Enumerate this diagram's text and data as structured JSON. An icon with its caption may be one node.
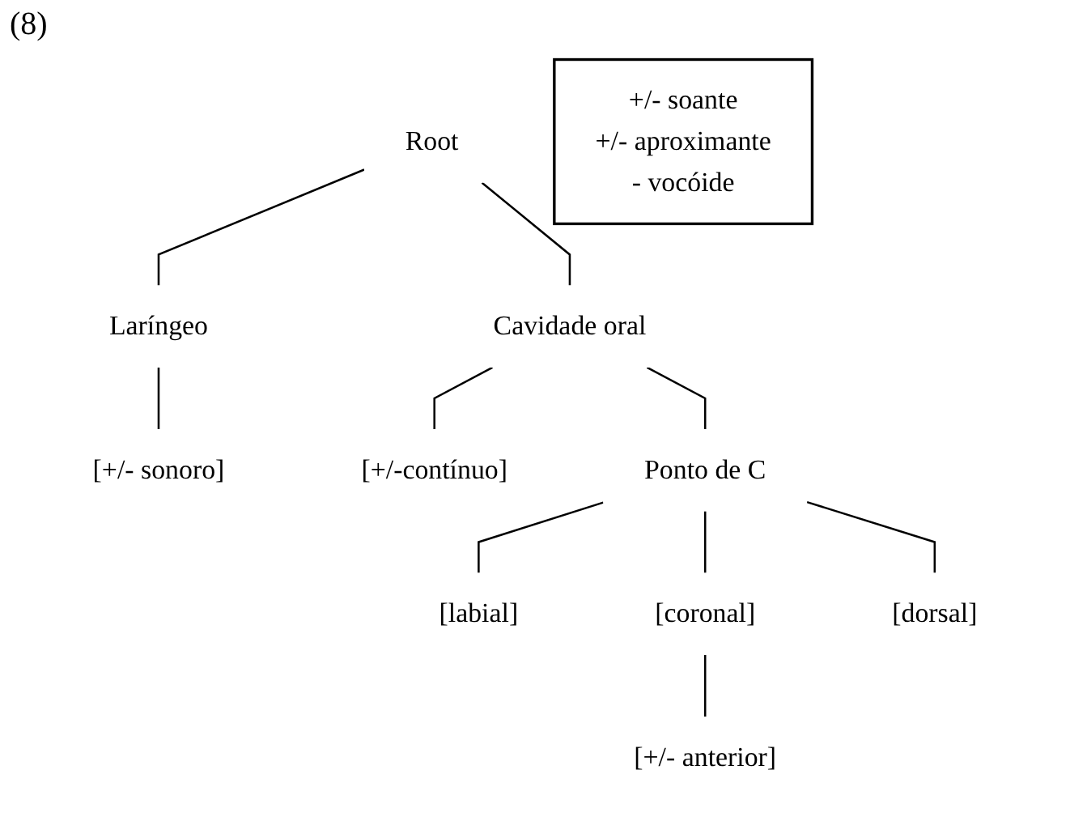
{
  "diagram": {
    "nodes": [
      {
        "text": [
          "Root"
        ]
      },
      {
        "text": [
          "+/- soante",
          "+/- aproximante",
          "- vocóide"
        ]
      },
      {
        "text": [
          "Laríngeo"
        ]
      },
      {
        "text": [
          "[+/- sonoro]"
        ]
      },
      {
        "text": [
          "Cavidade oral"
        ]
      },
      {
        "text": [
          "[+/-contínuo]"
        ]
      },
      {
        "text": [
          "Ponto de C"
        ]
      },
      {
        "text": [
          "[labial]"
        ]
      },
      {
        "text": [
          "[coronal]"
        ]
      },
      {
        "text": [
          "[dorsal]"
        ]
      },
      {
        "text": [
          "[+/- anterior]"
        ]
      }
    ],
    "edges": [
      {
        "from": 0,
        "to": 2,
        "arrow": "none"
      },
      {
        "from": 0,
        "to": 4,
        "arrow": "none"
      },
      {
        "from": 2,
        "to": 3,
        "arrow": "none"
      },
      {
        "from": 4,
        "to": 6,
        "arrow": "none"
      },
      {
        "from": 4,
        "to": 5,
        "arrow": "none"
      },
      {
        "from": 6,
        "to": 7,
        "arrow": "none"
      },
      {
        "from": 6,
        "to": 8,
        "arrow": "none"
      },
      {
        "from": 6,
        "to": 9,
        "arrow": "none"
      },
      {
        "from": 8,
        "to": 10,
        "arrow": "none"
      }
    ],
    "labels": [
      "(8)"
    ]
  }
}
